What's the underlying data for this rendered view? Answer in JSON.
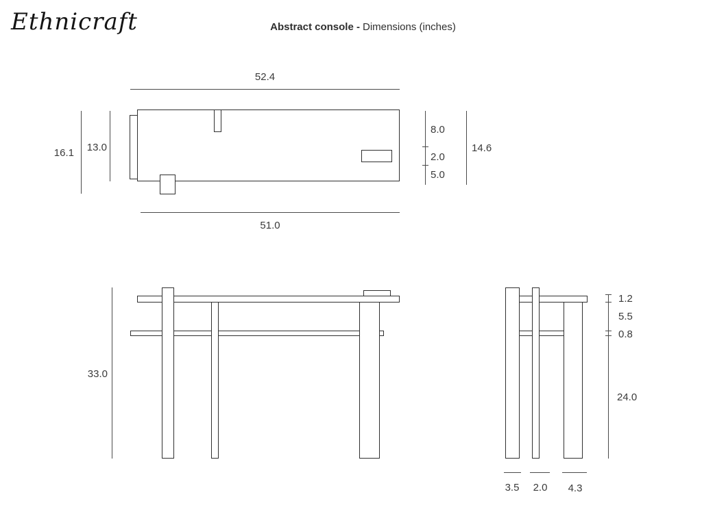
{
  "brand": {
    "logo_text": "Ethnicraft"
  },
  "title": {
    "product": "Abstract console -",
    "suffix": "Dimensions (inches)"
  },
  "colors": {
    "line": "#4a4a4a",
    "outline": "#2f2f2f",
    "text": "#3a3a3a"
  },
  "top_view": {
    "top_width": "52.4",
    "bottom_width": "51.0",
    "depth_total": "16.1",
    "depth_inner": "13.0",
    "right_segments": [
      "8.0",
      "2.0",
      "5.0"
    ],
    "right_total": "14.6"
  },
  "front_view": {
    "height": "33.0"
  },
  "side_view": {
    "right_segments": [
      "1.2",
      "5.5",
      "0.8",
      "24.0"
    ],
    "bottom_segments": [
      "3.5",
      "2.0",
      "4.3"
    ]
  }
}
